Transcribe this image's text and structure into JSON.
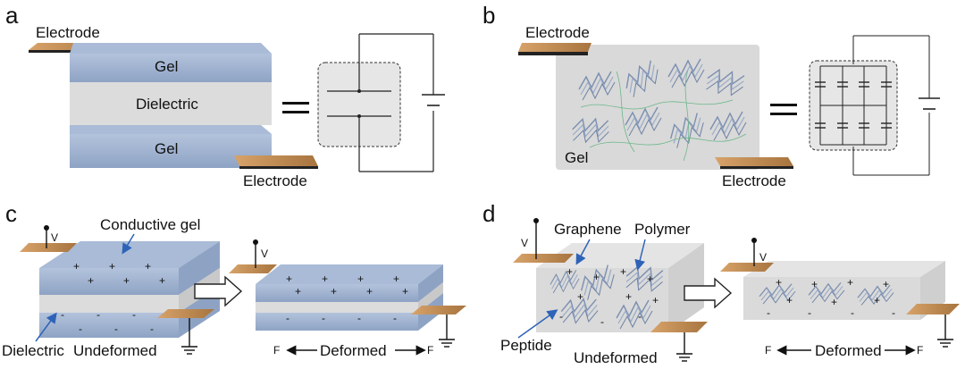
{
  "panels": {
    "a": {
      "letter": "a",
      "electrode_top": "Electrode",
      "gel_top": "Gel",
      "dielectric": "Dielectric",
      "gel_bottom": "Gel",
      "electrode_bottom": "Electrode"
    },
    "b": {
      "letter": "b",
      "electrode_top": "Electrode",
      "gel": "Gel",
      "electrode_bottom": "Electrode"
    },
    "c": {
      "letter": "c",
      "voltage_left": "V",
      "conductive_gel": "Conductive gel",
      "dielectric": "Dielectric",
      "undeformed": "Undeformed",
      "voltage_right": "V",
      "force_left": "F",
      "deformed": "Deformed",
      "force_right": "F"
    },
    "d": {
      "letter": "d",
      "voltage_left": "V",
      "graphene": "Graphene",
      "polymer": "Polymer",
      "peptide": "Peptide",
      "undeformed": "Undeformed",
      "voltage_right": "V",
      "force_left": "F",
      "deformed": "Deformed",
      "force_right": "F"
    }
  },
  "colors": {
    "gel_blue": "#9fb2cf",
    "dielectric_grey": "#dcdcdc",
    "electrode_copper": "#c08a52",
    "arrow_blue": "#2e63b8"
  }
}
